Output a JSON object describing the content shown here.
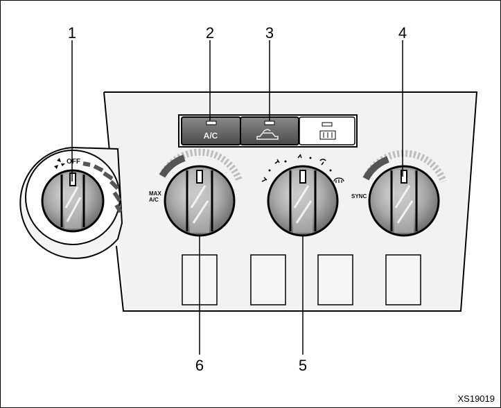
{
  "callouts": [
    "1",
    "2",
    "3",
    "4",
    "5",
    "6"
  ],
  "buttons": {
    "ac_label": "A/C"
  },
  "fan_knob": {
    "off_label": "OFF"
  },
  "temp_knob_left": {
    "max_label_line1": "MAX",
    "max_label_line2": "A/C"
  },
  "temp_knob_right": {
    "sync_label": "SYNC"
  },
  "figure_code": "XS19019",
  "colors": {
    "button_dark": "#6b6b6b",
    "knob_gray": "#9a9a9a",
    "scale_dark": "#555555",
    "scale_light": "#d0d0d0"
  }
}
